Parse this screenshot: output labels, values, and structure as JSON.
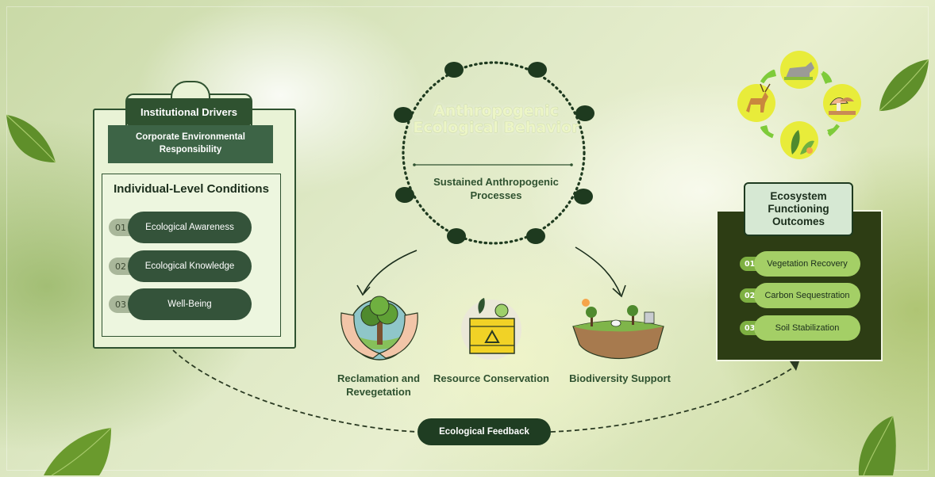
{
  "left": {
    "drivers_title": "Institutional Drivers",
    "corporate": "Corporate Environmental Responsibility",
    "individual_title": "Individual-Level Conditions",
    "conditions": [
      {
        "num": "01",
        "label": "Ecological Awareness"
      },
      {
        "num": "02",
        "label": "Ecological Knowledge"
      },
      {
        "num": "03",
        "label": "Well-Being"
      }
    ]
  },
  "center": {
    "title": "Anthropogenic Ecological Behavior",
    "subtitle": "Sustained Anthropogenic Processes",
    "processes": [
      {
        "label": "Reclamation and Revegetation",
        "icon": "hands-tree-icon"
      },
      {
        "label": "Resource Conservation",
        "icon": "recycle-box-icon"
      },
      {
        "label": "Biodiversity Support",
        "icon": "landscape-icon"
      }
    ],
    "feedback": "Ecological Feedback"
  },
  "right": {
    "title": "Ecosystem Functioning Outcomes",
    "outcomes": [
      {
        "num": "01",
        "label": "Vegetation Recovery"
      },
      {
        "num": "02",
        "label": "Carbon Sequestration"
      },
      {
        "num": "03",
        "label": "Soil Stabilization"
      }
    ],
    "cycle_icons": [
      "wolf-icon",
      "mushroom-icon",
      "plant-icon",
      "deer-icon"
    ]
  },
  "colors": {
    "dark_green": "#2f5230",
    "olive_panel": "#2d3d14",
    "light_green": "#a4cf66",
    "pale_panel": "#e9f3d6"
  }
}
